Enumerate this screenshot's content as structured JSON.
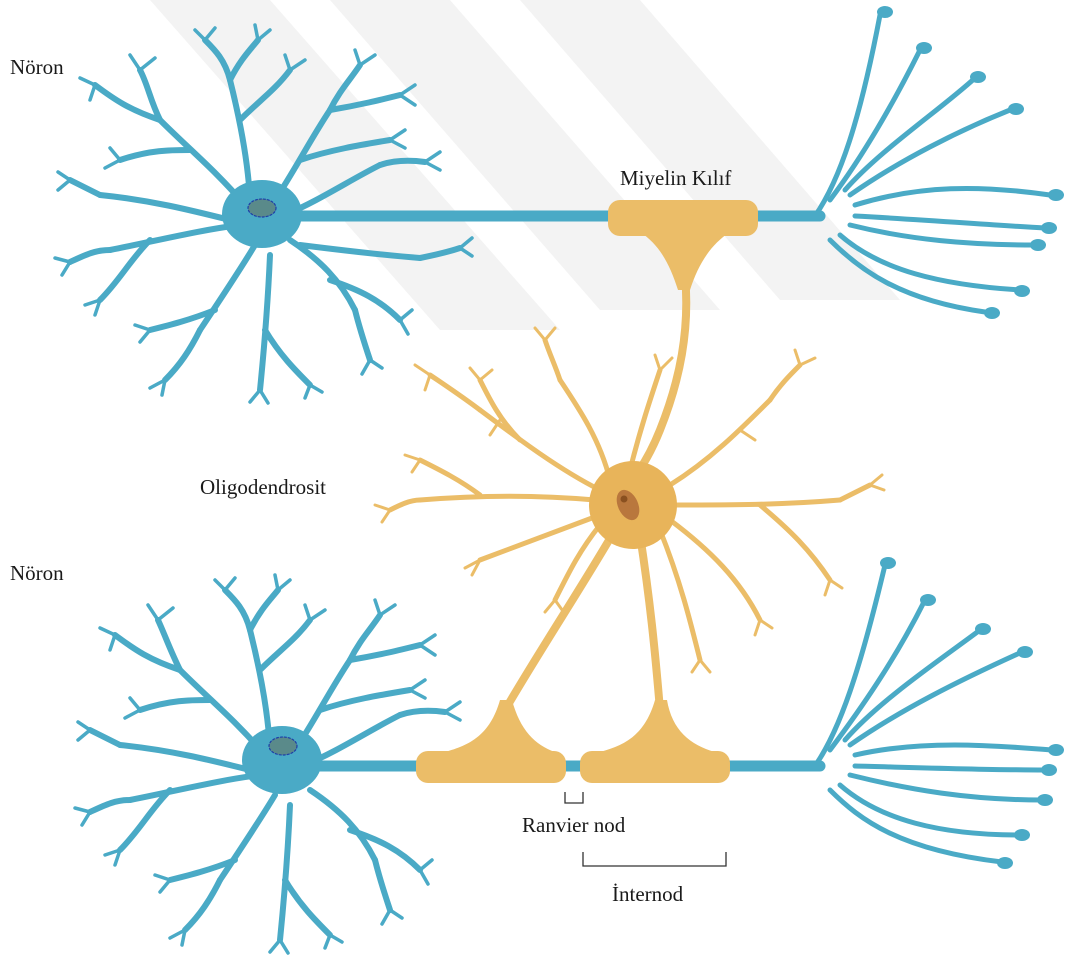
{
  "labels": {
    "neuron_top": "Nöron",
    "myelin_sheath": "Miyelin Kılıf",
    "oligodendrocyte": "Oligodendrosit",
    "neuron_bottom": "Nöron",
    "ranvier_node": "Ranvier nod",
    "internode": "İnternod"
  },
  "colors": {
    "neuron": "#4aaac6",
    "neuron_dark": "#3d9bb8",
    "oligodendrocyte": "#ebbd68",
    "oligodendrocyte_body": "#e8b45a",
    "nucleus_oligo": "#b9773d",
    "nucleus_neuron": "#5a8a8a",
    "watermark": "#f2f2f2",
    "bracket": "#333333"
  }
}
